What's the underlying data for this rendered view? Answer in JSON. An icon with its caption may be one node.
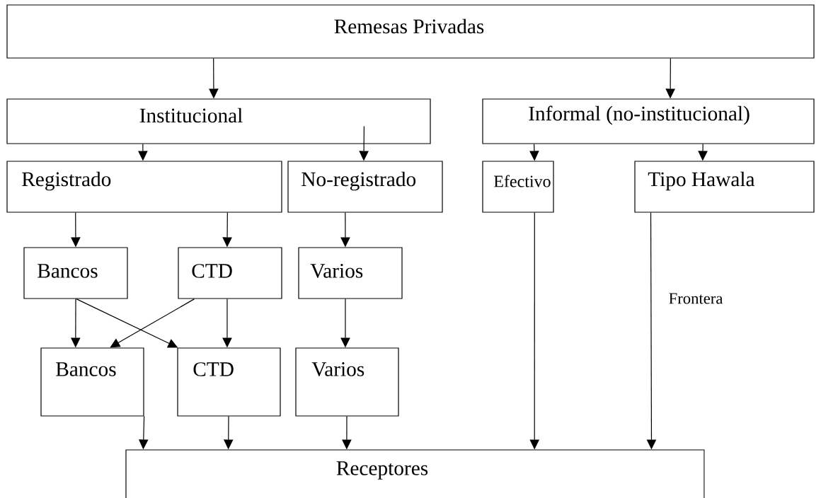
{
  "diagram": {
    "nodes": [
      {
        "text": [
          "Remesas Privadas"
        ]
      },
      {
        "text": [
          "Institucional"
        ]
      },
      {
        "text": [
          "Informal (no-institucional)"
        ]
      },
      {
        "text": [
          "Registrado"
        ]
      },
      {
        "text": [
          "No-registrado"
        ]
      },
      {
        "text": [
          "Efectivo"
        ]
      },
      {
        "text": [
          "Tipo Hawala"
        ]
      },
      {
        "text": [
          "Bancos"
        ]
      },
      {
        "text": [
          "CTD"
        ]
      },
      {
        "text": [
          "Varios"
        ]
      },
      {
        "text": [
          "Bancos"
        ]
      },
      {
        "text": [
          "CTD"
        ]
      },
      {
        "text": [
          "Varios"
        ]
      },
      {
        "text": [
          "Receptores"
        ]
      }
    ],
    "edges": [
      {
        "from": 0,
        "to": 1,
        "arrow": "to"
      },
      {
        "from": 0,
        "to": 2,
        "arrow": "to"
      },
      {
        "from": 1,
        "to": 3,
        "arrow": "to"
      },
      {
        "from": 1,
        "to": 4,
        "arrow": "to"
      },
      {
        "from": 2,
        "to": 5,
        "arrow": "to"
      },
      {
        "from": 2,
        "to": 6,
        "arrow": "to"
      },
      {
        "from": 3,
        "to": 7,
        "arrow": "to"
      },
      {
        "from": 3,
        "to": 8,
        "arrow": "to"
      },
      {
        "from": 4,
        "to": 9,
        "arrow": "to"
      },
      {
        "from": 7,
        "to": 10,
        "arrow": "to"
      },
      {
        "from": 7,
        "to": 11,
        "arrow": "to"
      },
      {
        "from": 8,
        "to": 10,
        "arrow": "to"
      },
      {
        "from": 8,
        "to": 11,
        "arrow": "to"
      },
      {
        "from": 9,
        "to": 12,
        "arrow": "to"
      },
      {
        "from": 10,
        "to": 13,
        "arrow": "to"
      },
      {
        "from": 11,
        "to": 13,
        "arrow": "to"
      },
      {
        "from": 12,
        "to": 13,
        "arrow": "to"
      },
      {
        "from": 5,
        "to": 13,
        "arrow": "to"
      },
      {
        "from": 6,
        "to": 13,
        "arrow": "to"
      }
    ],
    "labels": [
      "Frontera"
    ]
  }
}
